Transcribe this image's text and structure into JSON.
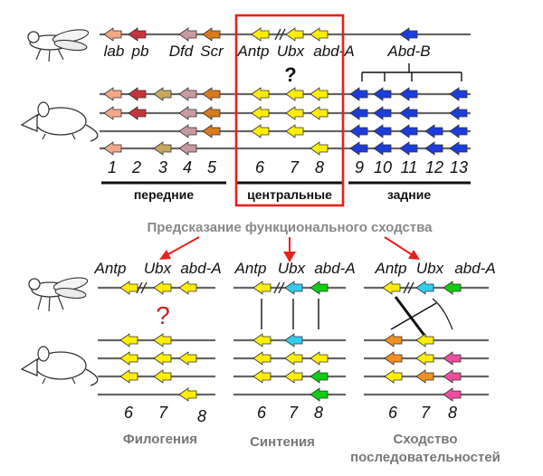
{
  "top_panel": {
    "fly_genes": [
      "lab",
      "pb",
      "Dfd",
      "Scr",
      "Antp",
      "Ubx",
      "abd-A",
      "Abd-B"
    ],
    "question_mark": "?",
    "paralog_numbers": [
      "1",
      "2",
      "3",
      "4",
      "5",
      "6",
      "7",
      "8",
      "9",
      "10",
      "11",
      "12",
      "13"
    ],
    "groups": {
      "anterior": "передние",
      "central": "центральные",
      "posterior": "задние"
    }
  },
  "prediction_title": "Предсказание функционального сходства",
  "panels": [
    {
      "genes": [
        "Antp",
        "Ubx",
        "abd-A"
      ],
      "numbers": [
        "6",
        "7",
        "8"
      ],
      "mark": "?",
      "method": "Филогения"
    },
    {
      "genes": [
        "Antp",
        "Ubx",
        "abd-A"
      ],
      "numbers": [
        "6",
        "7",
        "8"
      ],
      "method": "Синтения"
    },
    {
      "genes": [
        "Antp",
        "Ubx",
        "abd-A"
      ],
      "numbers": [
        "6",
        "7",
        "8"
      ],
      "method_lines": [
        "Сходство",
        "последовательностей"
      ]
    }
  ],
  "colors": {
    "lab": "#f2a888",
    "pb": "#c8323c",
    "hox3": "#c8a860",
    "dfd": "#c89aa0",
    "scr": "#d87a1e",
    "central": "#ffee00",
    "posterior": "#1c3cdc",
    "cyan": "#33ccee",
    "green": "#11cc11",
    "orange": "#f39020",
    "pink": "#ee4c9c",
    "highlight": "#e8201c"
  }
}
